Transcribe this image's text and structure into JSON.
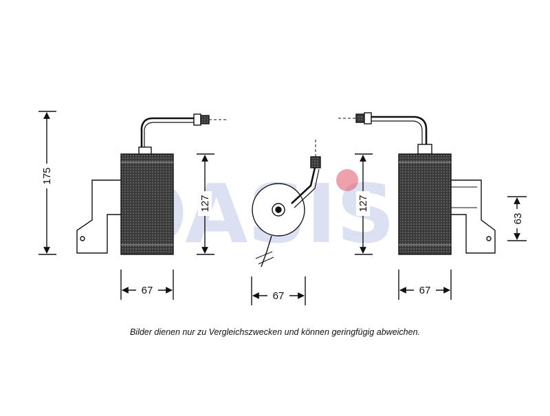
{
  "caption": "Bilder dienen nur zu Vergleichszwecken und können geringfügig abweichen.",
  "watermark": {
    "text": "OASIS",
    "color": "#c9d0ee",
    "accent": "#e0546a"
  },
  "dimensions": {
    "left_height": "175",
    "left_body_height": "127",
    "left_width": "67",
    "center_width": "67",
    "right_body_height": "127",
    "right_bracket_height": "63",
    "right_width": "67"
  },
  "colors": {
    "line": "#111111",
    "body_fill": "#2a2a2a",
    "page": "#ffffff"
  }
}
